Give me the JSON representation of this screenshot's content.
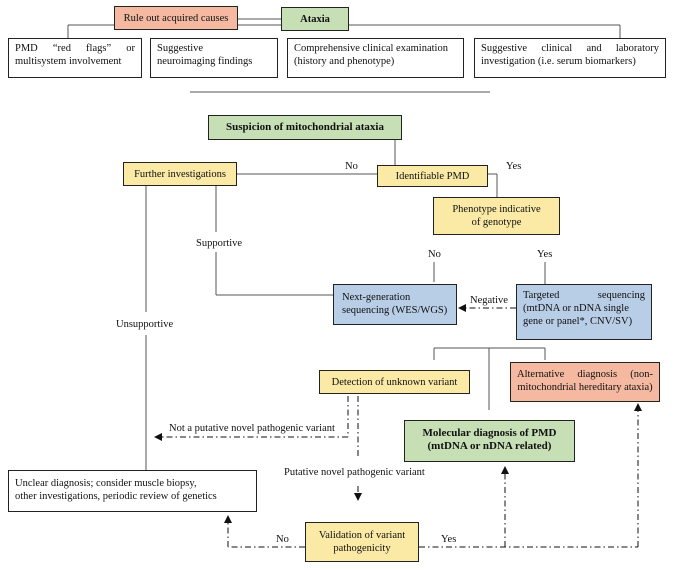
{
  "nodes": {
    "rule_out": "Rule out acquired causes",
    "ataxia": "Ataxia",
    "pmd_flags_line1": "PMD “red flags” or",
    "pmd_flags_line2": "multisystem involvement",
    "neuroimaging_line1": "Suggestive",
    "neuroimaging_line2": "neuroimaging findings",
    "clinical_exam_line1": "Comprehensive clinical examination",
    "clinical_exam_line2": "(history and phenotype)",
    "lab_line1": "Suggestive clinical and laboratory",
    "lab_line2": "investigation (i.e. serum biomarkers)",
    "suspicion": "Suspicion of mitochondrial ataxia",
    "further": "Further investigations",
    "identifiable": "Identifiable PMD",
    "phenotype_line1": "Phenotype indicative",
    "phenotype_line2": "of genotype",
    "ngs_line1": "Next-generation",
    "ngs_line2": "sequencing (WES/WGS)",
    "targeted_line1": "Targeted sequencing",
    "targeted_line2": "(mtDNA or nDNA single",
    "targeted_line3": "gene or panel*, CNV/SV)",
    "detection": "Detection of unknown variant",
    "alternative_line1": "Alternative diagnosis (non-",
    "alternative_line2": "mitochondrial hereditary ataxia)",
    "molecular_line1": "Molecular diagnosis of PMD",
    "molecular_line2": "(mtDNA or nDNA related)",
    "unclear_line1": "Unclear diagnosis; consider muscle biopsy,",
    "unclear_line2": "other investigations, periodic review of genetics",
    "validation_line1": "Validation of variant",
    "validation_line2": "pathogenicity"
  },
  "edge_labels": {
    "no_identifiable": "No",
    "yes_identifiable": "Yes",
    "supportive": "Supportive",
    "no_phenotype": "No",
    "yes_phenotype": "Yes",
    "negative": "Negative",
    "unsupportive": "Unsupportive",
    "not_putative": "Not a putative novel pathogenic variant",
    "putative": "Putative novel pathogenic variant",
    "no_validation": "No",
    "yes_validation": "Yes"
  },
  "colors": {
    "orange": "#f4b9a0",
    "green": "#c6dfb4",
    "yellow": "#fbe9a6",
    "blue": "#b8cde6",
    "line": "#333333"
  }
}
